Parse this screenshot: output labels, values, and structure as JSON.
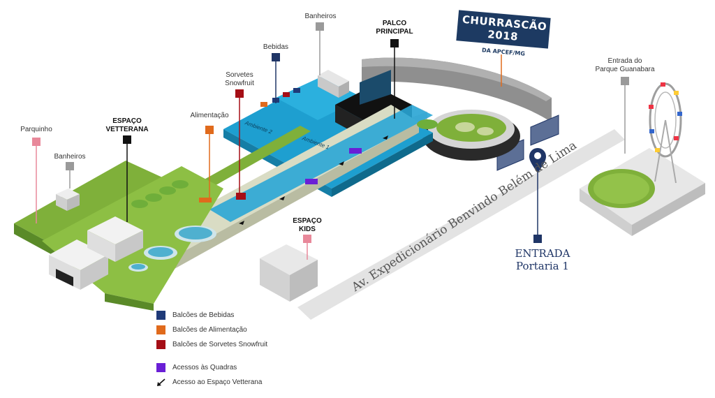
{
  "map": {
    "labels": {
      "banheiros_top": "Banheiros",
      "palco_1": "PALCO",
      "palco_2": "PRINCIPAL",
      "bebidas": "Bebidas",
      "sorvetes_1": "Sorvetes",
      "sorvetes_2": "Snowfruit",
      "alimentacao": "Alimentação",
      "espaco_vetterana_1": "ESPAÇO",
      "espaco_vetterana_2": "VETTERANA",
      "parquinho": "Parquinho",
      "banheiros_left": "Banheiros",
      "espaco_kids_1": "ESPAÇO",
      "espaco_kids_2": "KIDS",
      "entrada_parque_1": "Entrada do",
      "entrada_parque_2": "Parque Guanabara",
      "ambiente_1": "Ambiente 1",
      "ambiente_2": "Ambiente 2"
    },
    "road_name": "Av. Expedicionário Benvindo Belém de Lima",
    "entrance": {
      "line1": "ENTRADA",
      "line2": "Portaria 1"
    },
    "logo": {
      "title": "CHURRASCÃO 2018",
      "subtitle": "DA APCEF/MG"
    },
    "legend": [
      {
        "label": "Balcões de Bebidas",
        "color": "#1f3a78",
        "kind": "swatch"
      },
      {
        "label": "Balcões de Alimentação",
        "color": "#e06a1c",
        "kind": "swatch"
      },
      {
        "label": "Balcões de Sorvetes Snowfruit",
        "color": "#a50e16",
        "kind": "swatch"
      },
      {
        "label": "Acessos às Quadras",
        "color": "#6a1fd6",
        "kind": "swatch"
      },
      {
        "label": "Acesso ao Espaço Vetterana",
        "color": "#111111",
        "kind": "arrow"
      }
    ],
    "colors": {
      "pool_blue": "#1e9fd0",
      "grass": "#7fb03a",
      "path": "#d9dcc4",
      "stage_black": "#111111",
      "road": "#e3e3e3",
      "gray_wall": "#8f8f8f",
      "marker_navy": "#1f3566",
      "marker_pink": "#e8889a",
      "marker_gray": "#9a9a9a"
    }
  }
}
